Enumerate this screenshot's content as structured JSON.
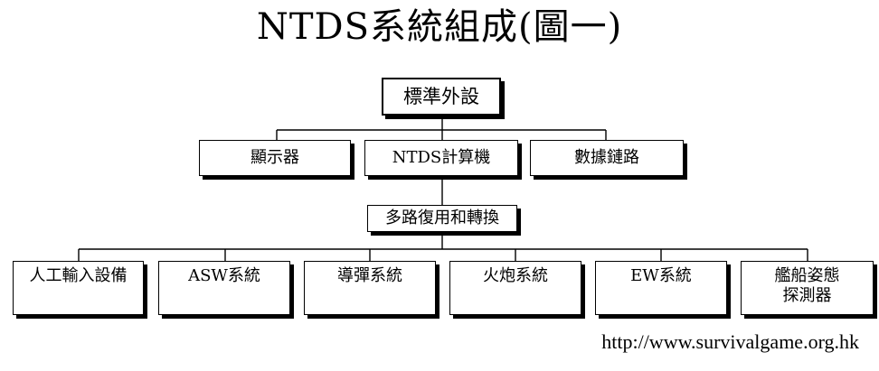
{
  "title": "NTDS系統組成(圖一)",
  "top_node": {
    "label": "標準外設"
  },
  "middle_nodes": [
    {
      "label": "顯示器"
    },
    {
      "label": "NTDS計算機"
    },
    {
      "label": "數據鏈路"
    }
  ],
  "mux_node": {
    "label": "多路復用和轉換"
  },
  "bottom_nodes": [
    {
      "label": "人工輸入設備"
    },
    {
      "label": "ASW系統"
    },
    {
      "label": "導彈系統"
    },
    {
      "label": "火炮系統"
    },
    {
      "label": "EW系統"
    },
    {
      "label": "艦船姿態\n探測器"
    }
  ],
  "footer": {
    "url": "http://www.survivalgame.org.hk"
  }
}
